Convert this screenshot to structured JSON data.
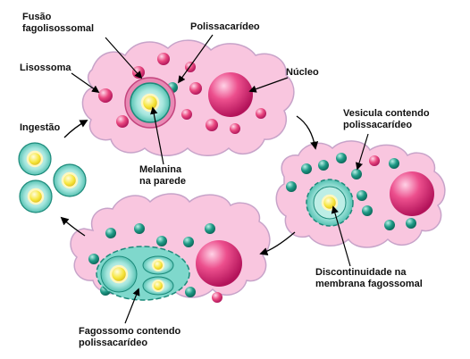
{
  "labels": {
    "fusao": "Fusão\nfagolisossomal",
    "polissacarideo": "Polissacarídeo",
    "lisossoma": "Lisossoma",
    "nucleo": "Núcleo",
    "ingestao": "Ingestão",
    "melanina": "Melanina\nna parede",
    "vesicula": "Vesicula contendo\npolissacarídeo",
    "discontinuidade": "Discontinuidade na\nmembrana fagossomal",
    "fagossomo": "Fagossomo contendo\npolissacarídeo"
  },
  "colors": {
    "cell_fill": "#f9c6df",
    "cell_stroke": "#c7a3c9",
    "lysosome": "#e0407a",
    "nucleus": "#d91f6b",
    "vesicle": "#1f9a86",
    "phagosome": "#5dccc0",
    "yeast_core": "#f5e13a",
    "arrow": "#000000"
  }
}
